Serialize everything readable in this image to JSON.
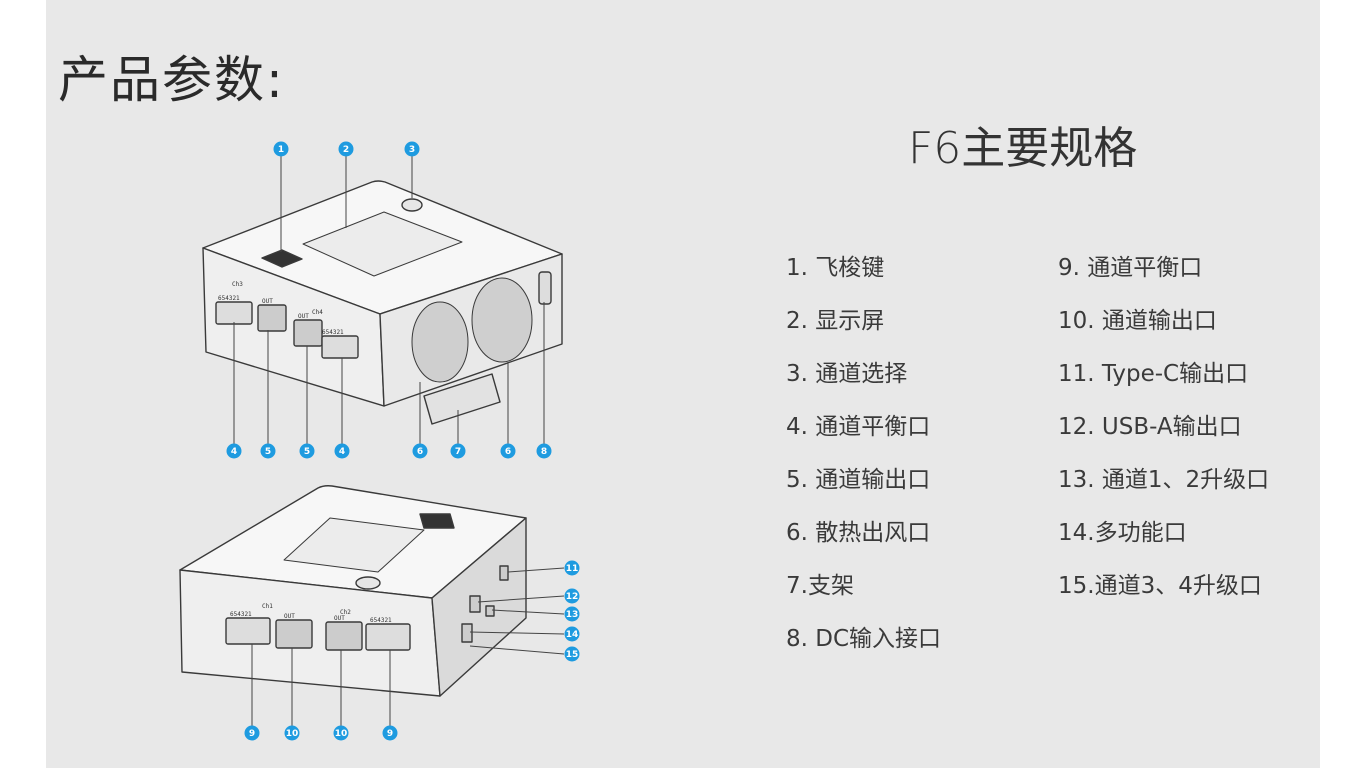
{
  "page": {
    "title": "产品参数:",
    "spec_title": "F6主要规格"
  },
  "specs_left": [
    "1. 飞梭键",
    "2. 显示屏",
    "3. 通道选择",
    "4. 通道平衡口",
    "5. 通道输出口",
    "6. 散热出风口",
    "7.支架",
    "8. DC输入接口"
  ],
  "specs_right": [
    "9. 通道平衡口",
    "10. 通道输出口",
    "11. Type-C输出口",
    "12. USB-A输出口",
    "13. 通道1、2升级口",
    "14.多功能口",
    "15.通道3、4升级口"
  ],
  "device_top": {
    "badges": [
      "1",
      "2",
      "3",
      "4",
      "5",
      "5",
      "4",
      "6",
      "7",
      "6",
      "8"
    ],
    "ch_labels": [
      "Ch3",
      "Ch4"
    ],
    "port_labels": [
      "654321",
      "OUT",
      "OUT",
      "654321"
    ]
  },
  "device_bottom": {
    "badges_side": [
      "11",
      "12",
      "13",
      "14",
      "15"
    ],
    "badges_bottom": [
      "9",
      "10",
      "10",
      "9"
    ],
    "ch_labels": [
      "Ch1",
      "Ch2"
    ],
    "port_labels": [
      "654321",
      "OUT",
      "OUT",
      "654321"
    ]
  },
  "colors": {
    "panel": "#e8e8e8",
    "badge": "#1e9be0",
    "device_fill": "#f4f4f4",
    "device_stroke": "#3a3a3a"
  }
}
